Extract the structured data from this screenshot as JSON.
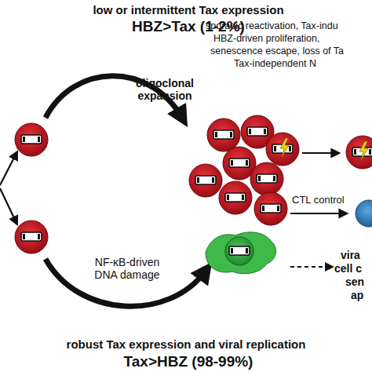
{
  "diagram": {
    "labels": [
      "low or intermittent Tax expression",
      "HBZ>Tax (1-2%)",
      "sporadic reactivation, Tax-indu",
      "HBZ-driven proliferation,",
      "senescence escape, loss of Ta",
      "Tax-independent N",
      "oligoclonal expansion",
      "CTL control",
      "NF-κB-driven DNA damage",
      "vira",
      "cell c",
      "sen",
      "ap",
      "robust Tax expression and viral replication",
      "Tax>HBZ (98-99%)"
    ]
  }
}
